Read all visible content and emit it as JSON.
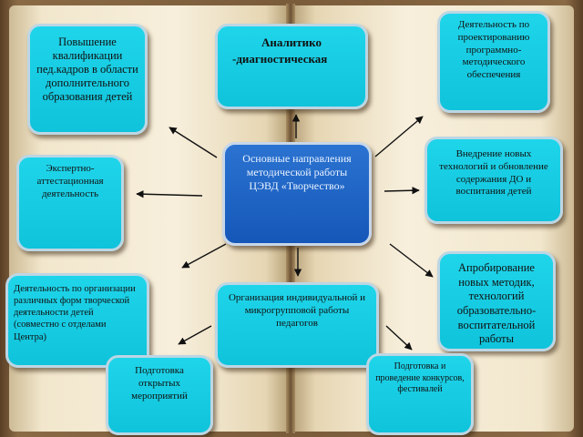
{
  "diagram": {
    "center": "Основные направления методической работы ЦЭВД «Творчество»",
    "top": {
      "line1": "Аналитико",
      "line2": "-диагностическая"
    },
    "nodes": {
      "qualification": "Повышение квалификации пед.кадров в области дополнительного образования детей",
      "program_design": "Деятельность по проектированию программно-методического обеспечения",
      "expert": "Экспертно-аттестационная деятельность",
      "tech": "Внедрение новых технологий и обновление содержания ДО и воспитания детей",
      "forms": "Деятельность по организации различных форм творческой деятельности детей (совместно с отделами Центра)",
      "approbation": "Апробирование новых методик, технологий образовательно-воспитательной работы",
      "group_work": "Организация индивидуальной и микрогрупповой работы педагогов",
      "open_events": "Подготовка открытых мероприятий",
      "contests": "Подготовка и проведение конкурсов, фестивалей"
    }
  },
  "colors": {
    "node_fill": "#12c9e0",
    "center_fill": "#1f64c4",
    "book_page": "#f5ecd6",
    "arrow": "#111111"
  }
}
